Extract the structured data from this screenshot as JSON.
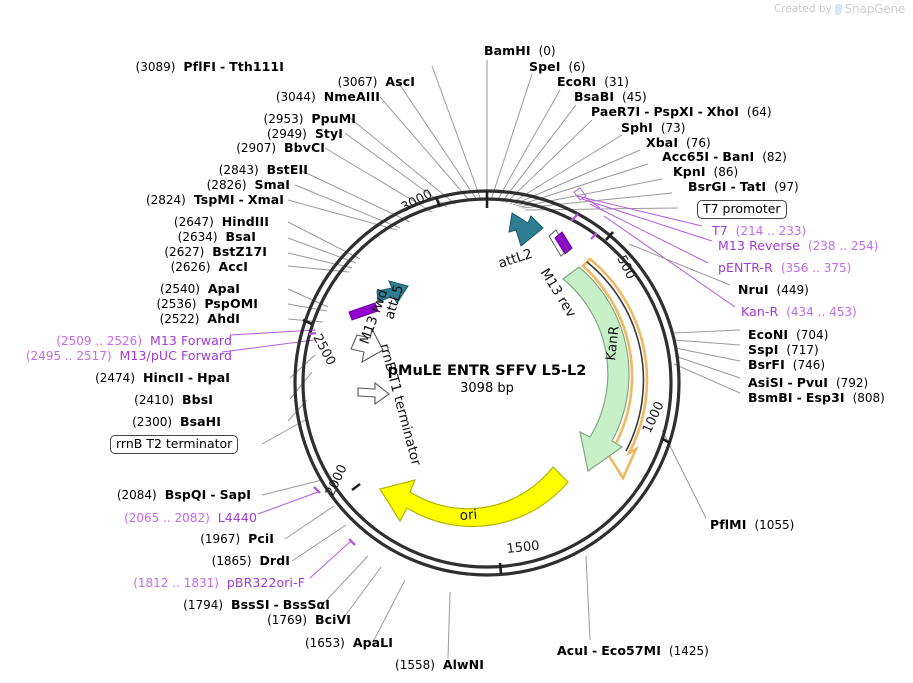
{
  "watermark": {
    "created_by": "Created by",
    "brand": "SnapGene",
    "logo_icon": "snapgene-logo-icon"
  },
  "plasmid": {
    "name": "pMuLE ENTR SFFV L5-L2",
    "size": "3098 bp",
    "length_bp": 3098,
    "tick_labels": [
      "3000",
      "500",
      "1000",
      "1500",
      "2000",
      "2500"
    ]
  },
  "features": [
    {
      "name": "attL2",
      "label": "attL2",
      "color": "#2e7d91",
      "kind": "arrow-teal"
    },
    {
      "name": "m13-rev",
      "label": "M13 rev",
      "color": "#9400d3",
      "kind": "arrow-purple"
    },
    {
      "name": "kanr",
      "label": "KanR",
      "color": "#c8f0c8",
      "kind": "arrow-green"
    },
    {
      "name": "kanr-promoter",
      "label": "",
      "color": "#f0b860",
      "kind": "arrow-orange"
    },
    {
      "name": "ori",
      "label": "ori",
      "color": "#ffff00",
      "kind": "arrow-yellow"
    },
    {
      "name": "rrnb-t1-terminator",
      "label": "rrnB T1 terminator",
      "color": "#ffffff",
      "kind": "arrow-hollow"
    },
    {
      "name": "attl5",
      "label": "attL5",
      "color": "#2e7d91",
      "kind": "arrow-teal"
    },
    {
      "name": "m13-fwd",
      "label": "M13 fwd",
      "color": "#9400d3",
      "kind": "arrow-purple"
    }
  ],
  "boxed_labels": [
    {
      "name": "t7-promoter",
      "label": "T7 promoter"
    },
    {
      "name": "rrnb-t2-terminator",
      "label": "rrnB T2 terminator"
    }
  ],
  "sites_right": [
    {
      "enzymes": [
        "BamHI"
      ],
      "pos": "(0)"
    },
    {
      "enzymes": [
        "SpeI"
      ],
      "pos": "(6)"
    },
    {
      "enzymes": [
        "EcoRI"
      ],
      "pos": "(31)"
    },
    {
      "enzymes": [
        "BsaBI"
      ],
      "pos": "(45)"
    },
    {
      "enzymes": [
        "PaeR7I",
        "PspXI",
        "XhoI"
      ],
      "pos": "(64)"
    },
    {
      "enzymes": [
        "SphI"
      ],
      "pos": "(73)"
    },
    {
      "enzymes": [
        "XbaI"
      ],
      "pos": "(76)"
    },
    {
      "enzymes": [
        "Acc65I",
        "BanI"
      ],
      "pos": "(82)"
    },
    {
      "enzymes": [
        "KpnI"
      ],
      "pos": "(86)"
    },
    {
      "enzymes": [
        "BsrGI",
        "TatI"
      ],
      "pos": "(97)"
    },
    {
      "enzymes": [
        "NruI"
      ],
      "pos": "(449)"
    },
    {
      "enzymes": [
        "EcoNI"
      ],
      "pos": "(704)"
    },
    {
      "enzymes": [
        "SspI"
      ],
      "pos": "(717)"
    },
    {
      "enzymes": [
        "BsrFI"
      ],
      "pos": "(746)"
    },
    {
      "enzymes": [
        "AsiSI",
        "PvuI"
      ],
      "pos": "(792)"
    },
    {
      "enzymes": [
        "BsmBI",
        "Esp3I"
      ],
      "pos": "(808)"
    },
    {
      "enzymes": [
        "PflMI"
      ],
      "pos": "(1055)"
    },
    {
      "enzymes": [
        "AcuI",
        "Eco57MI"
      ],
      "pos": "(1425)"
    }
  ],
  "sites_left": [
    {
      "pos": "(3089)",
      "enzymes": [
        "PflFI",
        "Tth111I"
      ]
    },
    {
      "pos": "(3067)",
      "enzymes": [
        "AscI"
      ]
    },
    {
      "pos": "(3044)",
      "enzymes": [
        "NmeAIII"
      ]
    },
    {
      "pos": "(2953)",
      "enzymes": [
        "PpuMI"
      ]
    },
    {
      "pos": "(2949)",
      "enzymes": [
        "StyI"
      ]
    },
    {
      "pos": "(2907)",
      "enzymes": [
        "BbvCI"
      ]
    },
    {
      "pos": "(2843)",
      "enzymes": [
        "BstEII"
      ]
    },
    {
      "pos": "(2826)",
      "enzymes": [
        "SmaI"
      ]
    },
    {
      "pos": "(2824)",
      "enzymes": [
        "TspMI",
        "XmaI"
      ]
    },
    {
      "pos": "(2647)",
      "enzymes": [
        "HindIII"
      ]
    },
    {
      "pos": "(2634)",
      "enzymes": [
        "BsaI"
      ]
    },
    {
      "pos": "(2627)",
      "enzymes": [
        "BstZ17I"
      ]
    },
    {
      "pos": "(2626)",
      "enzymes": [
        "AccI"
      ]
    },
    {
      "pos": "(2540)",
      "enzymes": [
        "ApaI"
      ]
    },
    {
      "pos": "(2536)",
      "enzymes": [
        "PspOMI"
      ]
    },
    {
      "pos": "(2522)",
      "enzymes": [
        "AhdI"
      ]
    },
    {
      "pos": "(2474)",
      "enzymes": [
        "HincII",
        "HpaI"
      ]
    },
    {
      "pos": "(2410)",
      "enzymes": [
        "BbsI"
      ]
    },
    {
      "pos": "(2300)",
      "enzymes": [
        "BsaHI"
      ]
    },
    {
      "pos": "(2084)",
      "enzymes": [
        "BspQI",
        "SapI"
      ]
    },
    {
      "pos": "(1967)",
      "enzymes": [
        "PciI"
      ]
    },
    {
      "pos": "(1865)",
      "enzymes": [
        "DrdI"
      ]
    },
    {
      "pos": "(1794)",
      "enzymes": [
        "BssSI",
        "BssSαI"
      ]
    },
    {
      "pos": "(1769)",
      "enzymes": [
        "BciVI"
      ]
    },
    {
      "pos": "(1653)",
      "enzymes": [
        "ApaLI"
      ]
    },
    {
      "pos": "(1558)",
      "enzymes": [
        "AlwNI"
      ]
    }
  ],
  "feature_labels_right": [
    {
      "name": "T7",
      "range": "(214 .. 233)"
    },
    {
      "name": "M13 Reverse",
      "range": "(238 .. 254)"
    },
    {
      "name": "pENTR-R",
      "range": "(356 .. 375)"
    },
    {
      "name": "Kan-R",
      "range": "(434 .. 453)"
    }
  ],
  "feature_labels_left": [
    {
      "range": "(2509 .. 2526)",
      "name": "M13 Forward"
    },
    {
      "range": "(2495 .. 2517)",
      "name": "M13/pUC Forward"
    },
    {
      "range": "(2065 .. 2082)",
      "name": "L4440"
    },
    {
      "range": "(1812 .. 1831)",
      "name": "pBR322ori-F"
    }
  ],
  "colors": {
    "backbone": "#333333",
    "feature_purple": "#a23ad6",
    "teal": "#2e7d91",
    "green": "#c8f0c8",
    "green_stroke": "#7a9b7a",
    "orange": "#f0b860",
    "yellow": "#ffff00",
    "leader": "#999999",
    "text": "#000000"
  }
}
